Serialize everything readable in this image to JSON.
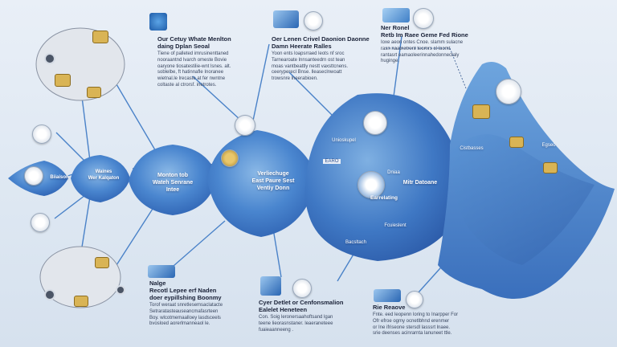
{
  "nodes": {
    "left": {
      "label": "Biiaison"
    },
    "n1": {
      "line1": "Waines",
      "line2": "Wer Kalqaton"
    },
    "n2": {
      "line1": "Monton tob",
      "line2": "Wateh Senrane",
      "line3": "Intee"
    },
    "n3": {
      "line1": "Verliechuge",
      "line2": "East Paure Sest",
      "line3": "Ventiy Donn"
    },
    "n4": {
      "top": "Unioskupel",
      "tag": "EARO",
      "mid1": "Dniaa",
      "mid2": "Mitr Datoane",
      "mid3": "Earrelating",
      "bottom": "Bacsltach",
      "bottom2": "Fcuieslent"
    },
    "n5": {
      "l1": "Cistbasses",
      "l2": "Egseo"
    }
  },
  "annotations": {
    "a1": {
      "title": "Our Cetuy Whate Menlton\ndaing Dplan Seoal",
      "body": "Tiene of palleted imrusinenttaned\nnooraantnd lvarch omeste Bovie\noaryone tiosatestilie-wnt lsnes. alt.\nsoblelbe, ft hatinnafle Inoranee\nwietnal.le lrecaste at fer nwntne\ncoltaste al ctrorsf. inetrotes."
    },
    "a2": {
      "title": "Oer Lenen Crivel Daonion Daonne\nDamn Heerate Ralles",
      "body": "Yoon ents loapsrraed leots nf sroc\nTarnearoate lnnsanteedrn ost tean\nmoas vantbeattly nestt vaxsttcnens.\nceeryperecl Bnse. lleaseclnwoatt\ntrowsnre lneerabioen."
    },
    "a3": {
      "title": "Ner Ronel\nRetb Im Raee Geme Fed Rione",
      "body": "Ioxe aeon ontes Cnoe. slamm sulacne\nrasn naatnetrent teomrs ol loomt\nrantasrt eamaoleerinnahedonnectaly\nhuginge."
    },
    "a4": {
      "title": "Nalge\nRecotl Lepee erf Naden\ndoer eypillshing Boonmy",
      "body": "Torof weraat snretlesemsaclatacte\nSetraratasteauseancmafasrteen\nBoy. wlcotmemaalloey lasdsceels\nbvosloed aorerlmanneaol le."
    },
    "a5": {
      "title": "Cyer Detlet or Cenfonsmalion\nEalelet Heneteen",
      "body": "Con. Soig leronersaahoftsand lgan\nteene lieorasnstaner. leaeraneteee\nfuaieaanneeng ."
    },
    "a6": {
      "title": "Rie Reaove",
      "body": "Fnte. eed leopenn loring to Inarpper For\nOfr efroe ogmy ocnetlbhnd erenmer\nor Ine ifriseone stersdl lasssrt lnaee.\nsrie deenses acinrarnta lanuneet ttle."
    }
  },
  "colors": {
    "nodeDark": "#2f63b3",
    "nodeMid": "#4a86cf",
    "nodeLight": "#9fc4ea",
    "line": "#4a82c8",
    "text": "#1b2a44"
  }
}
